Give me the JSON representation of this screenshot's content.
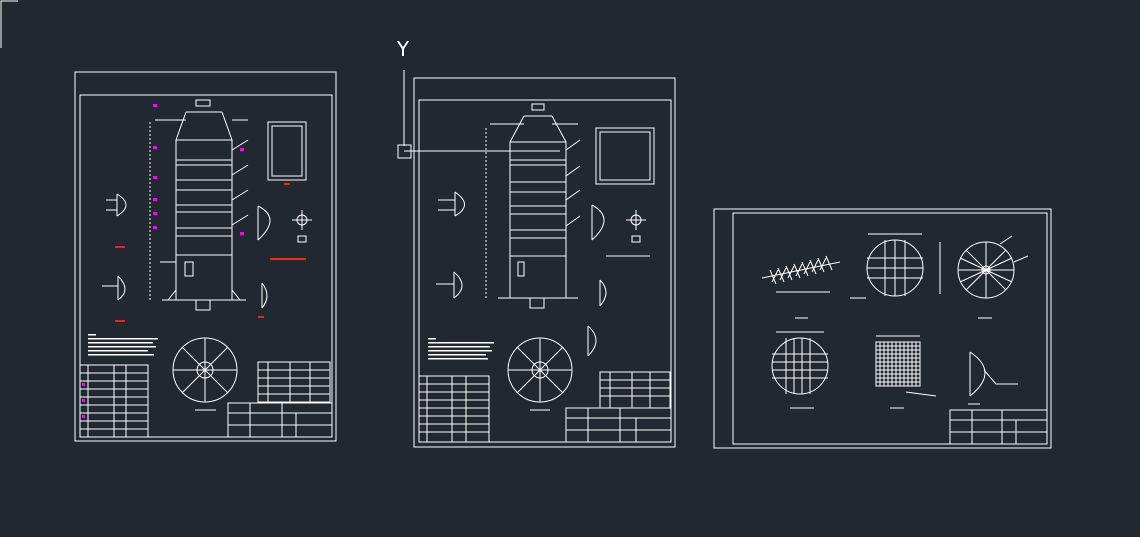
{
  "viewport": {
    "ucs_axis_label": "Y",
    "background": "#212830"
  },
  "colors": {
    "line": "#ffffff",
    "accent_magenta": "#ff00ff",
    "accent_red": "#ff2020"
  },
  "sheets": [
    {
      "id": "sheet-1",
      "frame_color": "#ffffff"
    },
    {
      "id": "sheet-2",
      "frame_color": "#ffffff"
    },
    {
      "id": "sheet-3",
      "frame_color": "#ffffff"
    }
  ]
}
